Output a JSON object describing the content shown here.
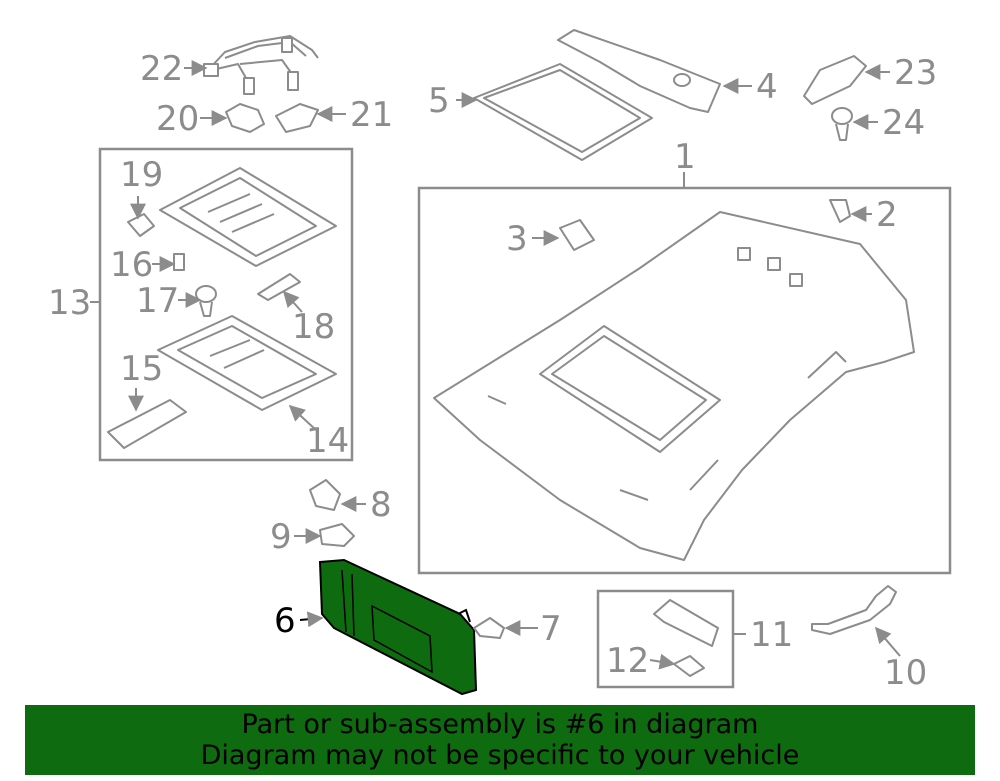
{
  "colors": {
    "line": "#8c8c8c",
    "highlight_part": "#0f6b0f",
    "banner_bg": "#0f6b0f",
    "banner_text": "#000000"
  },
  "callouts": {
    "c1": "1",
    "c2": "2",
    "c3": "3",
    "c4": "4",
    "c5": "5",
    "c6": "6",
    "c7": "7",
    "c8": "8",
    "c9": "9",
    "c10": "10",
    "c11": "11",
    "c12": "12",
    "c13": "13",
    "c14": "14",
    "c15": "15",
    "c16": "16",
    "c17": "17",
    "c18": "18",
    "c19": "19",
    "c20": "20",
    "c21": "21",
    "c22": "22",
    "c23": "23",
    "c24": "24"
  },
  "highlighted_callout": "6",
  "banner": {
    "line1": "Part or sub-assembly is #6 in diagram",
    "line2": "Diagram may not be specific to your vehicle"
  }
}
